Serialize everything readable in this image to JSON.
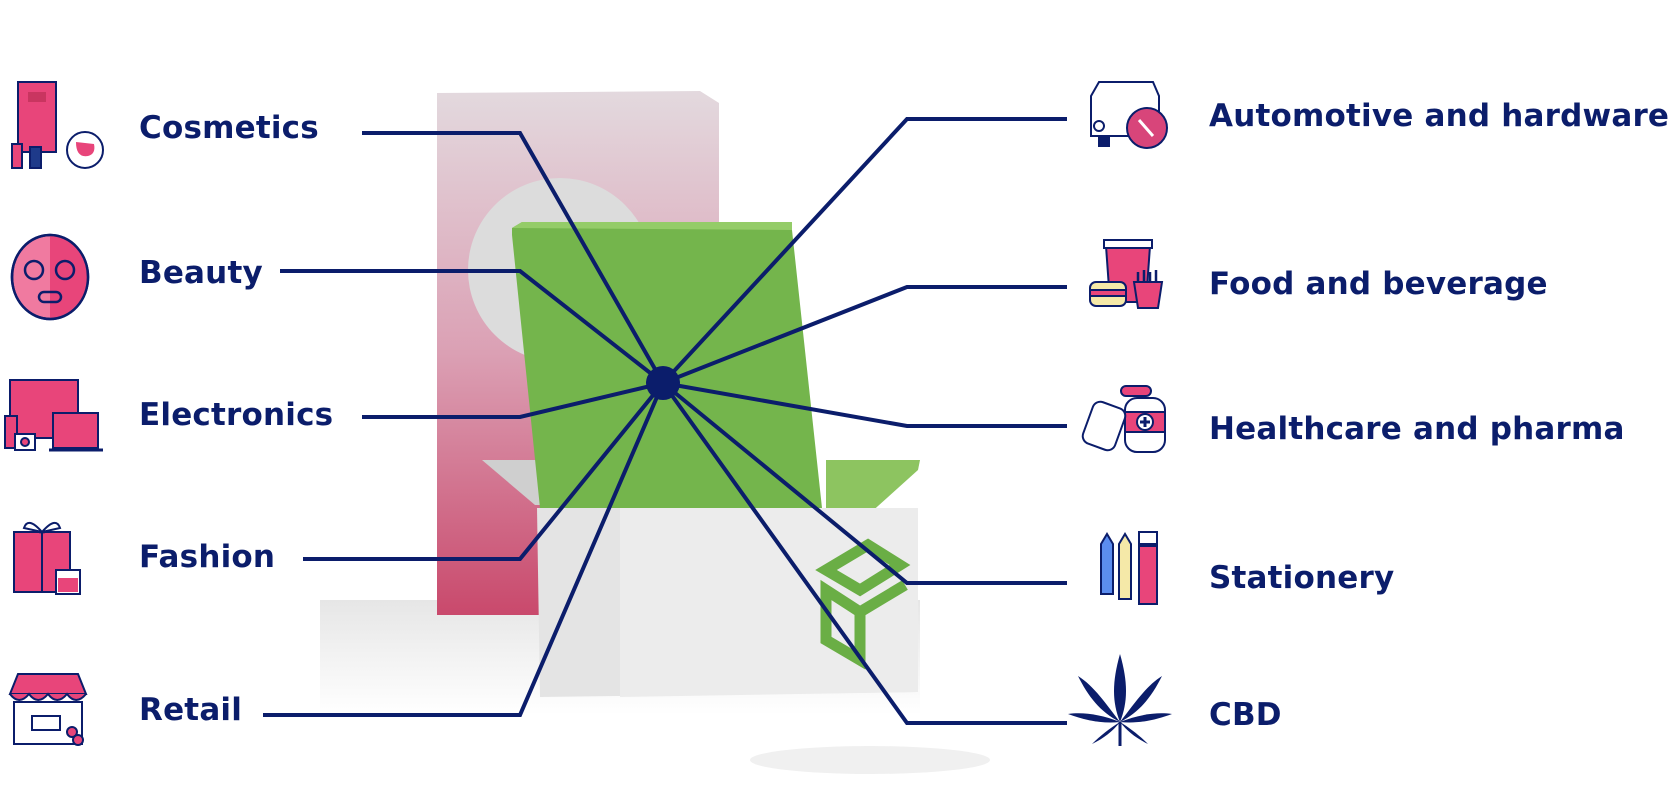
{
  "colors": {
    "navy": "#0b1d6b",
    "pink": "#e8457a",
    "green": "#74b54c",
    "box_pink": "#d8557b"
  },
  "left_items": [
    {
      "label": "Cosmetics",
      "icon": "cosmetics-icon"
    },
    {
      "label": "Beauty",
      "icon": "face-mask-icon"
    },
    {
      "label": "Electronics",
      "icon": "devices-icon"
    },
    {
      "label": "Fashion",
      "icon": "gift-box-icon"
    },
    {
      "label": "Retail",
      "icon": "storefront-icon"
    }
  ],
  "right_items": [
    {
      "label": "Automotive and hardware",
      "icon": "car-wrench-icon"
    },
    {
      "label": "Food and beverage",
      "icon": "fast-food-icon"
    },
    {
      "label": "Healthcare and pharma",
      "icon": "pills-bottle-icon"
    },
    {
      "label": "Stationery",
      "icon": "pencils-ruler-icon"
    },
    {
      "label": "CBD",
      "icon": "cannabis-leaf-icon"
    }
  ]
}
